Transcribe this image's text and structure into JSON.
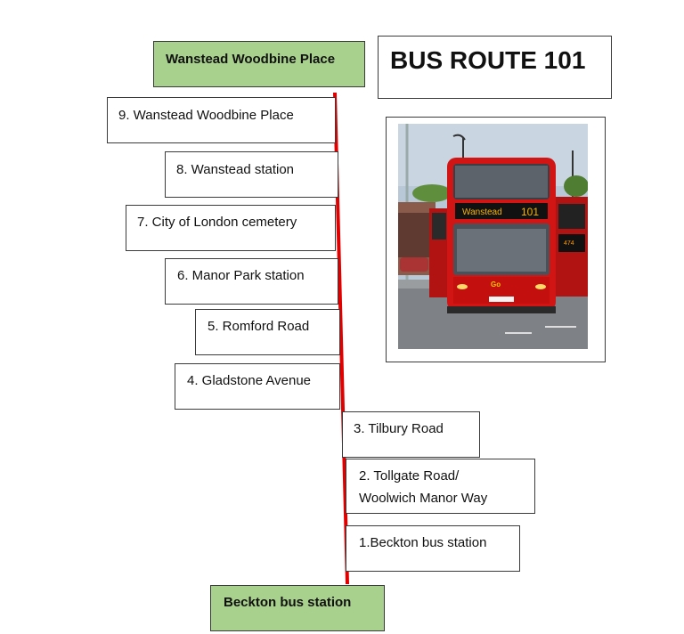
{
  "title": "BUS ROUTE 101",
  "terminus_top": "Wanstead Woodbine Place",
  "terminus_bottom": "Beckton bus station",
  "line_color": "#e00000",
  "terminus_color": "#a9d18e",
  "stops": [
    {
      "label": "9. Wanstead Woodbine Place"
    },
    {
      "label": "8. Wanstead station"
    },
    {
      "label": "7. City of London cemetery"
    },
    {
      "label": "6. Manor Park station"
    },
    {
      "label": "5. Romford Road"
    },
    {
      "label": "4. Gladstone Avenue"
    },
    {
      "label": "3. Tilbury Road"
    },
    {
      "label": "2. Tollgate Road/",
      "label2": "Woolwich Manor Way"
    },
    {
      "label": "1.Beckton bus station"
    }
  ],
  "photo": {
    "destination_blind": "Wanstead",
    "route_number": "101",
    "operator_logo": "Go",
    "rear_blind": "474"
  }
}
